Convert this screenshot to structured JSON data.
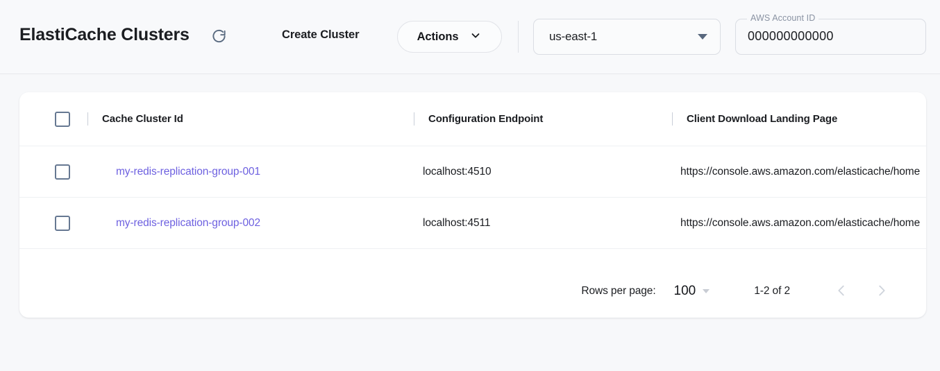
{
  "header": {
    "title": "ElastiCache Clusters",
    "refresh_icon": "refresh-icon",
    "create_cluster_label": "Create Cluster",
    "actions_label": "Actions",
    "actions_caret_icon": "chevron-down-icon",
    "region": {
      "value": "us-east-1",
      "caret_icon": "caret-down-icon"
    },
    "account": {
      "label": "AWS Account ID",
      "value": "000000000000"
    }
  },
  "table": {
    "columns": [
      {
        "key": "cluster_id",
        "label": "Cache Cluster Id"
      },
      {
        "key": "endpoint",
        "label": "Configuration Endpoint"
      },
      {
        "key": "landing_page",
        "label": "Client Download Landing Page"
      }
    ],
    "rows": [
      {
        "cluster_id": "my-redis-replication-group-001",
        "endpoint": "localhost:4510",
        "landing_page": "https://console.aws.amazon.com/elasticache/home"
      },
      {
        "cluster_id": "my-redis-replication-group-002",
        "endpoint": "localhost:4511",
        "landing_page": "https://console.aws.amazon.com/elasticache/home"
      }
    ]
  },
  "pagination": {
    "rows_per_page_label": "Rows per page:",
    "rows_per_page_value": "100",
    "range_label": "1-2 of 2",
    "prev_icon": "chevron-left-icon",
    "next_icon": "chevron-right-icon"
  },
  "colors": {
    "link": "#6d60e0",
    "page_bg": "#f7f8fa",
    "card_bg": "#ffffff",
    "text": "#1b1d21"
  }
}
